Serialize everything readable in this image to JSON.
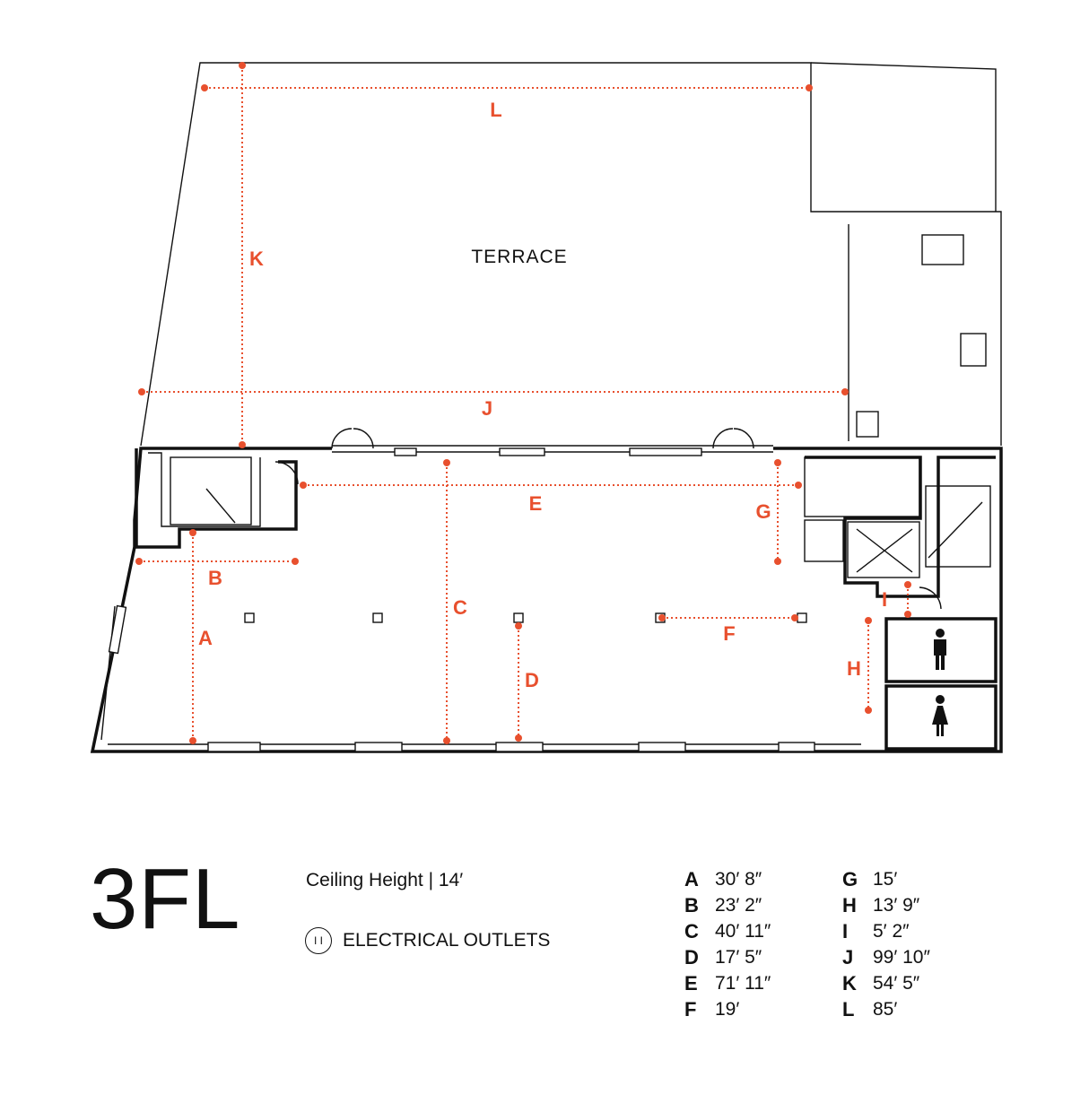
{
  "plan": {
    "room_label": "TERRACE",
    "dimension_letters": [
      "A",
      "B",
      "C",
      "D",
      "E",
      "F",
      "G",
      "H",
      "I",
      "J",
      "K",
      "L"
    ]
  },
  "footer": {
    "floor_title": "3FL",
    "ceiling_height": "Ceiling Height | 14′",
    "outlet_symbol": "I I",
    "outlet_label": "ELECTRICAL OUTLETS"
  },
  "legend": {
    "left": [
      {
        "letter": "A",
        "value": "30′ 8″"
      },
      {
        "letter": "B",
        "value": "23′ 2″"
      },
      {
        "letter": "C",
        "value": "40′ 11″"
      },
      {
        "letter": "D",
        "value": "17′ 5″"
      },
      {
        "letter": "E",
        "value": "71′ 11″"
      },
      {
        "letter": "F",
        "value": "19′"
      }
    ],
    "right": [
      {
        "letter": "G",
        "value": "15′"
      },
      {
        "letter": "H",
        "value": "13′ 9″"
      },
      {
        "letter": "I",
        "value": "5′ 2″"
      },
      {
        "letter": "J",
        "value": "99′ 10″"
      },
      {
        "letter": "K",
        "value": "54′ 5″"
      },
      {
        "letter": "L",
        "value": "85′"
      }
    ]
  },
  "colors": {
    "dimension": "#e8502e",
    "line": "#111111"
  }
}
